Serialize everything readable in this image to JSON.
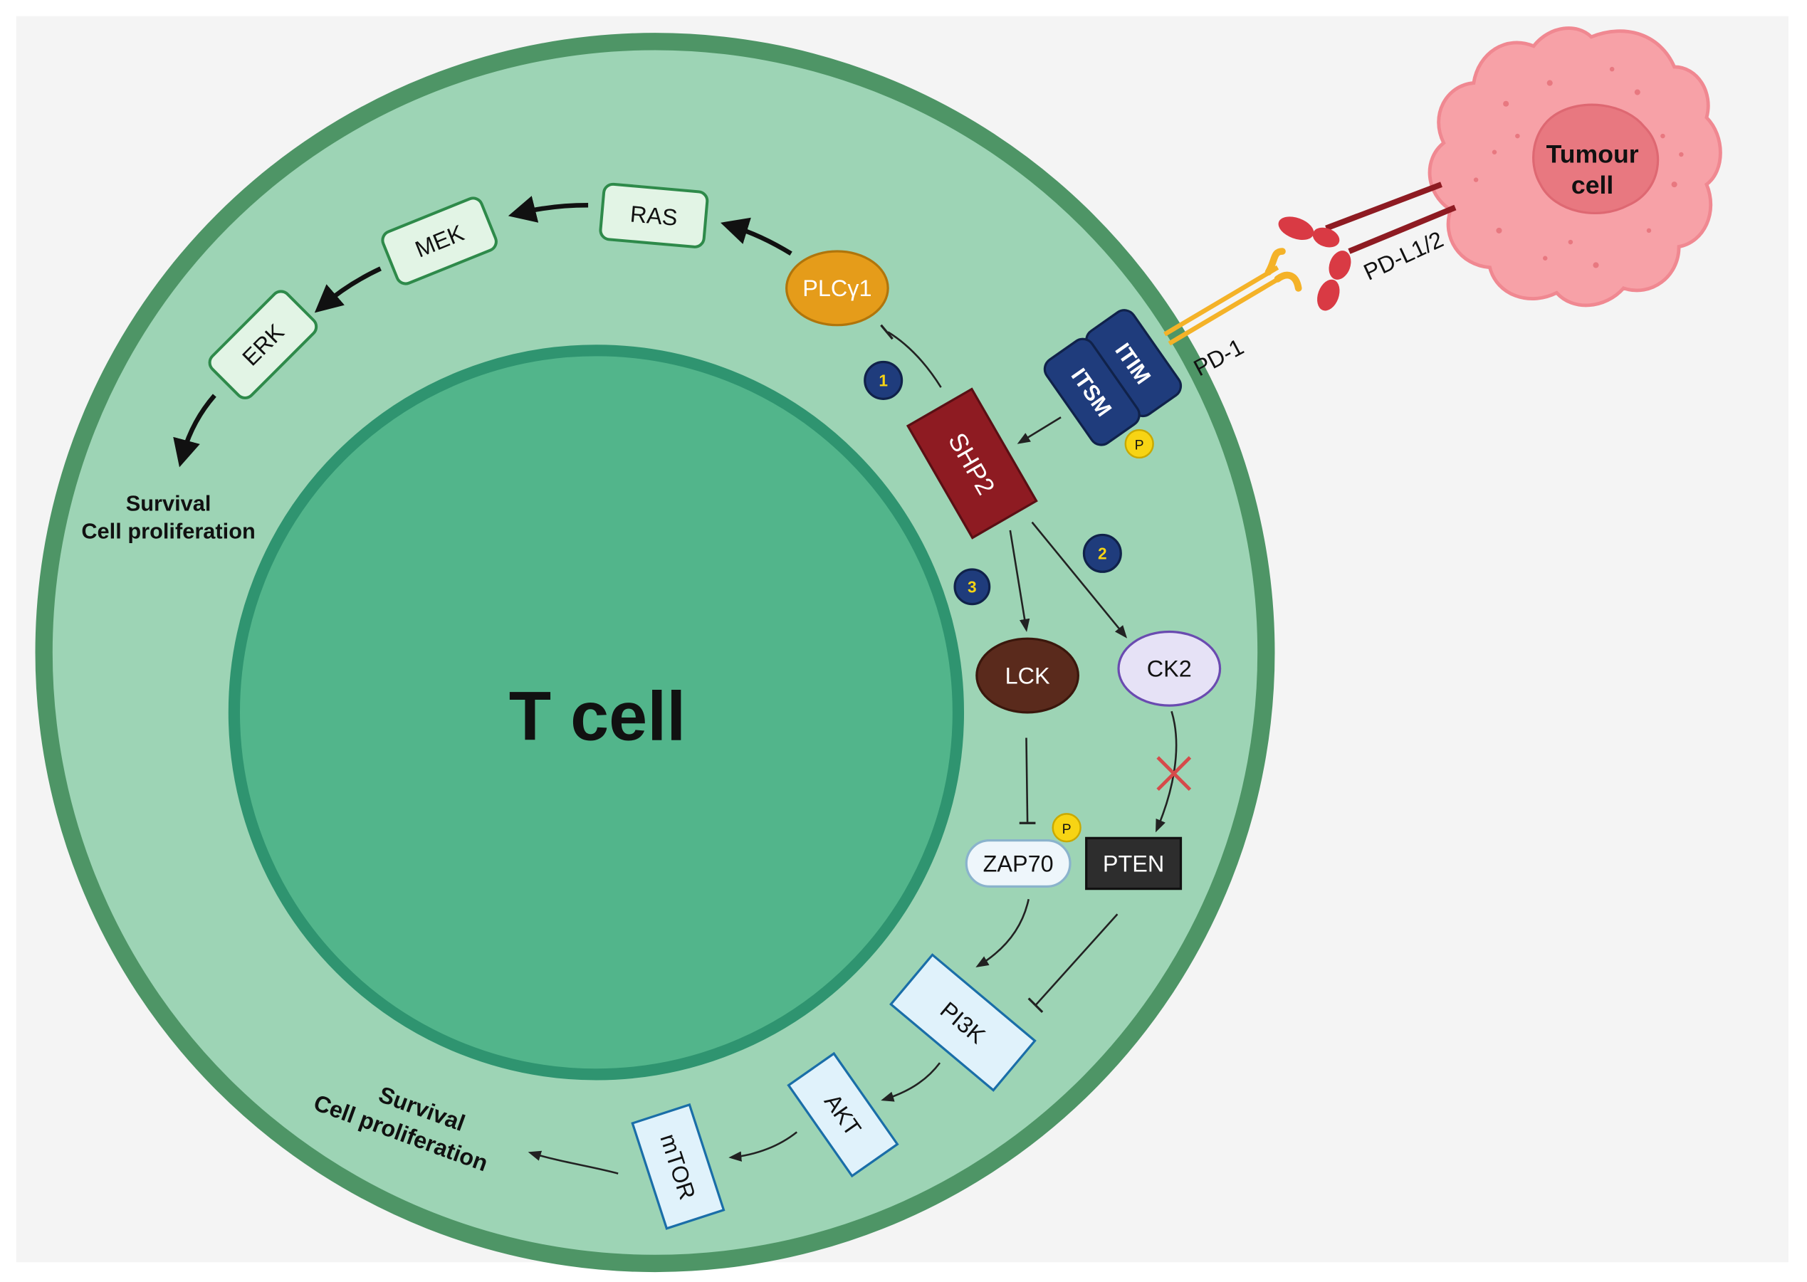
{
  "title": "T cell",
  "tumour_cell": {
    "line1": "Tumour",
    "line2": "cell"
  },
  "receptor_labels": {
    "pd1": "PD-1",
    "pdl": "PD-L1/2"
  },
  "domains": {
    "itim": "ITIM",
    "itsm": "ITSM",
    "phospho": "P"
  },
  "nodes": {
    "plcg1": "PLCγ1",
    "ras": "RAS",
    "mek": "MEK",
    "erk": "ERK",
    "shp2": "SHP2",
    "lck": "LCK",
    "ck2": "CK2",
    "zap70": "ZAP70",
    "pten": "PTEN",
    "pi3k": "PI3K",
    "akt": "AKT",
    "mtor": "mTOR"
  },
  "steps": {
    "one": "1",
    "two": "2",
    "three": "3"
  },
  "outcomes": {
    "upper": {
      "line1": "Survival",
      "line2": "Cell proliferation"
    },
    "lower": {
      "line1": "Survival",
      "line2": "Cell proliferation"
    }
  },
  "colors": {
    "cytoplasm": "#9dd4b5",
    "membrane": "#4e9566",
    "nucleus": "#52b58b",
    "nuclear_envelope": "#2f9470",
    "shp2": "#8e1b22",
    "itim": "#1f3c7c",
    "plc": "#e59c1a",
    "lck": "#5a2a1c",
    "pten": "#2d2d2d",
    "tumour": "#f7a1a7",
    "pd1": "#f4b228",
    "pdl": "#8e1b22"
  }
}
